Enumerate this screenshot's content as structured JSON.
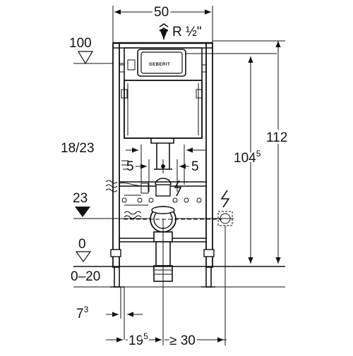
{
  "dimensions": {
    "frame_width": "50",
    "pipe_thread": "R ½\"",
    "level_top": "100",
    "height_total": "112",
    "height_inner_main": "104",
    "height_inner_sup": "5",
    "pipe_spacing": "18/23",
    "offset_left": "5",
    "offset_right": "5",
    "level_mid": "23",
    "level_zero": "0",
    "floor_range": "0–20",
    "foot_main": "7",
    "foot_sup": "3",
    "drain_main": "19",
    "drain_sup": "5",
    "clearance": "≥ 30"
  },
  "logo": "GEBERIT",
  "icons": {
    "water": "water-supply-icon",
    "electric": "electric-icon",
    "waste": "waste-water-icon"
  }
}
